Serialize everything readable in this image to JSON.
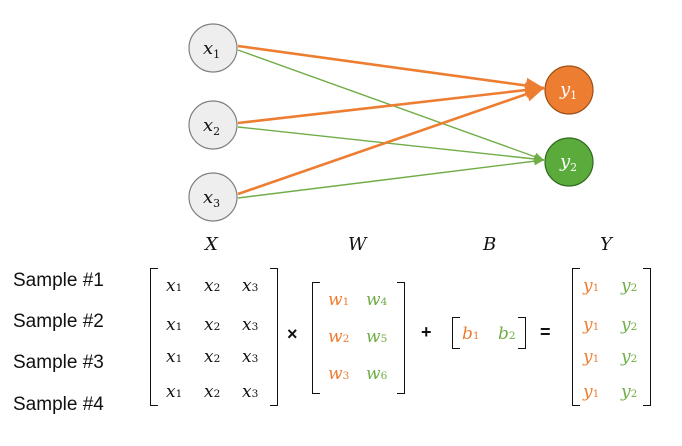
{
  "network": {
    "inputs": [
      "x1",
      "x2",
      "x3"
    ],
    "outputs": [
      "y1",
      "y2"
    ],
    "colors": {
      "node_in": "#eeeeee",
      "y1": "#ed7d31",
      "y2": "#5aab3c",
      "edge_y1": "#ed7d31",
      "edge_y2": "#70ad47"
    }
  },
  "labels": {
    "X": "X",
    "W": "W",
    "B": "B",
    "Y": "Y"
  },
  "samples": [
    "Sample #1",
    "Sample #2",
    "Sample #3",
    "Sample #4"
  ],
  "ops": {
    "times": "×",
    "plus": "+",
    "equals": "="
  },
  "matrix_X": {
    "row": [
      "x1",
      "x2",
      "x3"
    ]
  },
  "matrix_W": [
    [
      "w1",
      "w4"
    ],
    [
      "w2",
      "w5"
    ],
    [
      "w3",
      "w6"
    ]
  ],
  "matrix_B": [
    "b1",
    "b2"
  ],
  "matrix_Y": {
    "row": [
      "y1",
      "y2"
    ]
  }
}
